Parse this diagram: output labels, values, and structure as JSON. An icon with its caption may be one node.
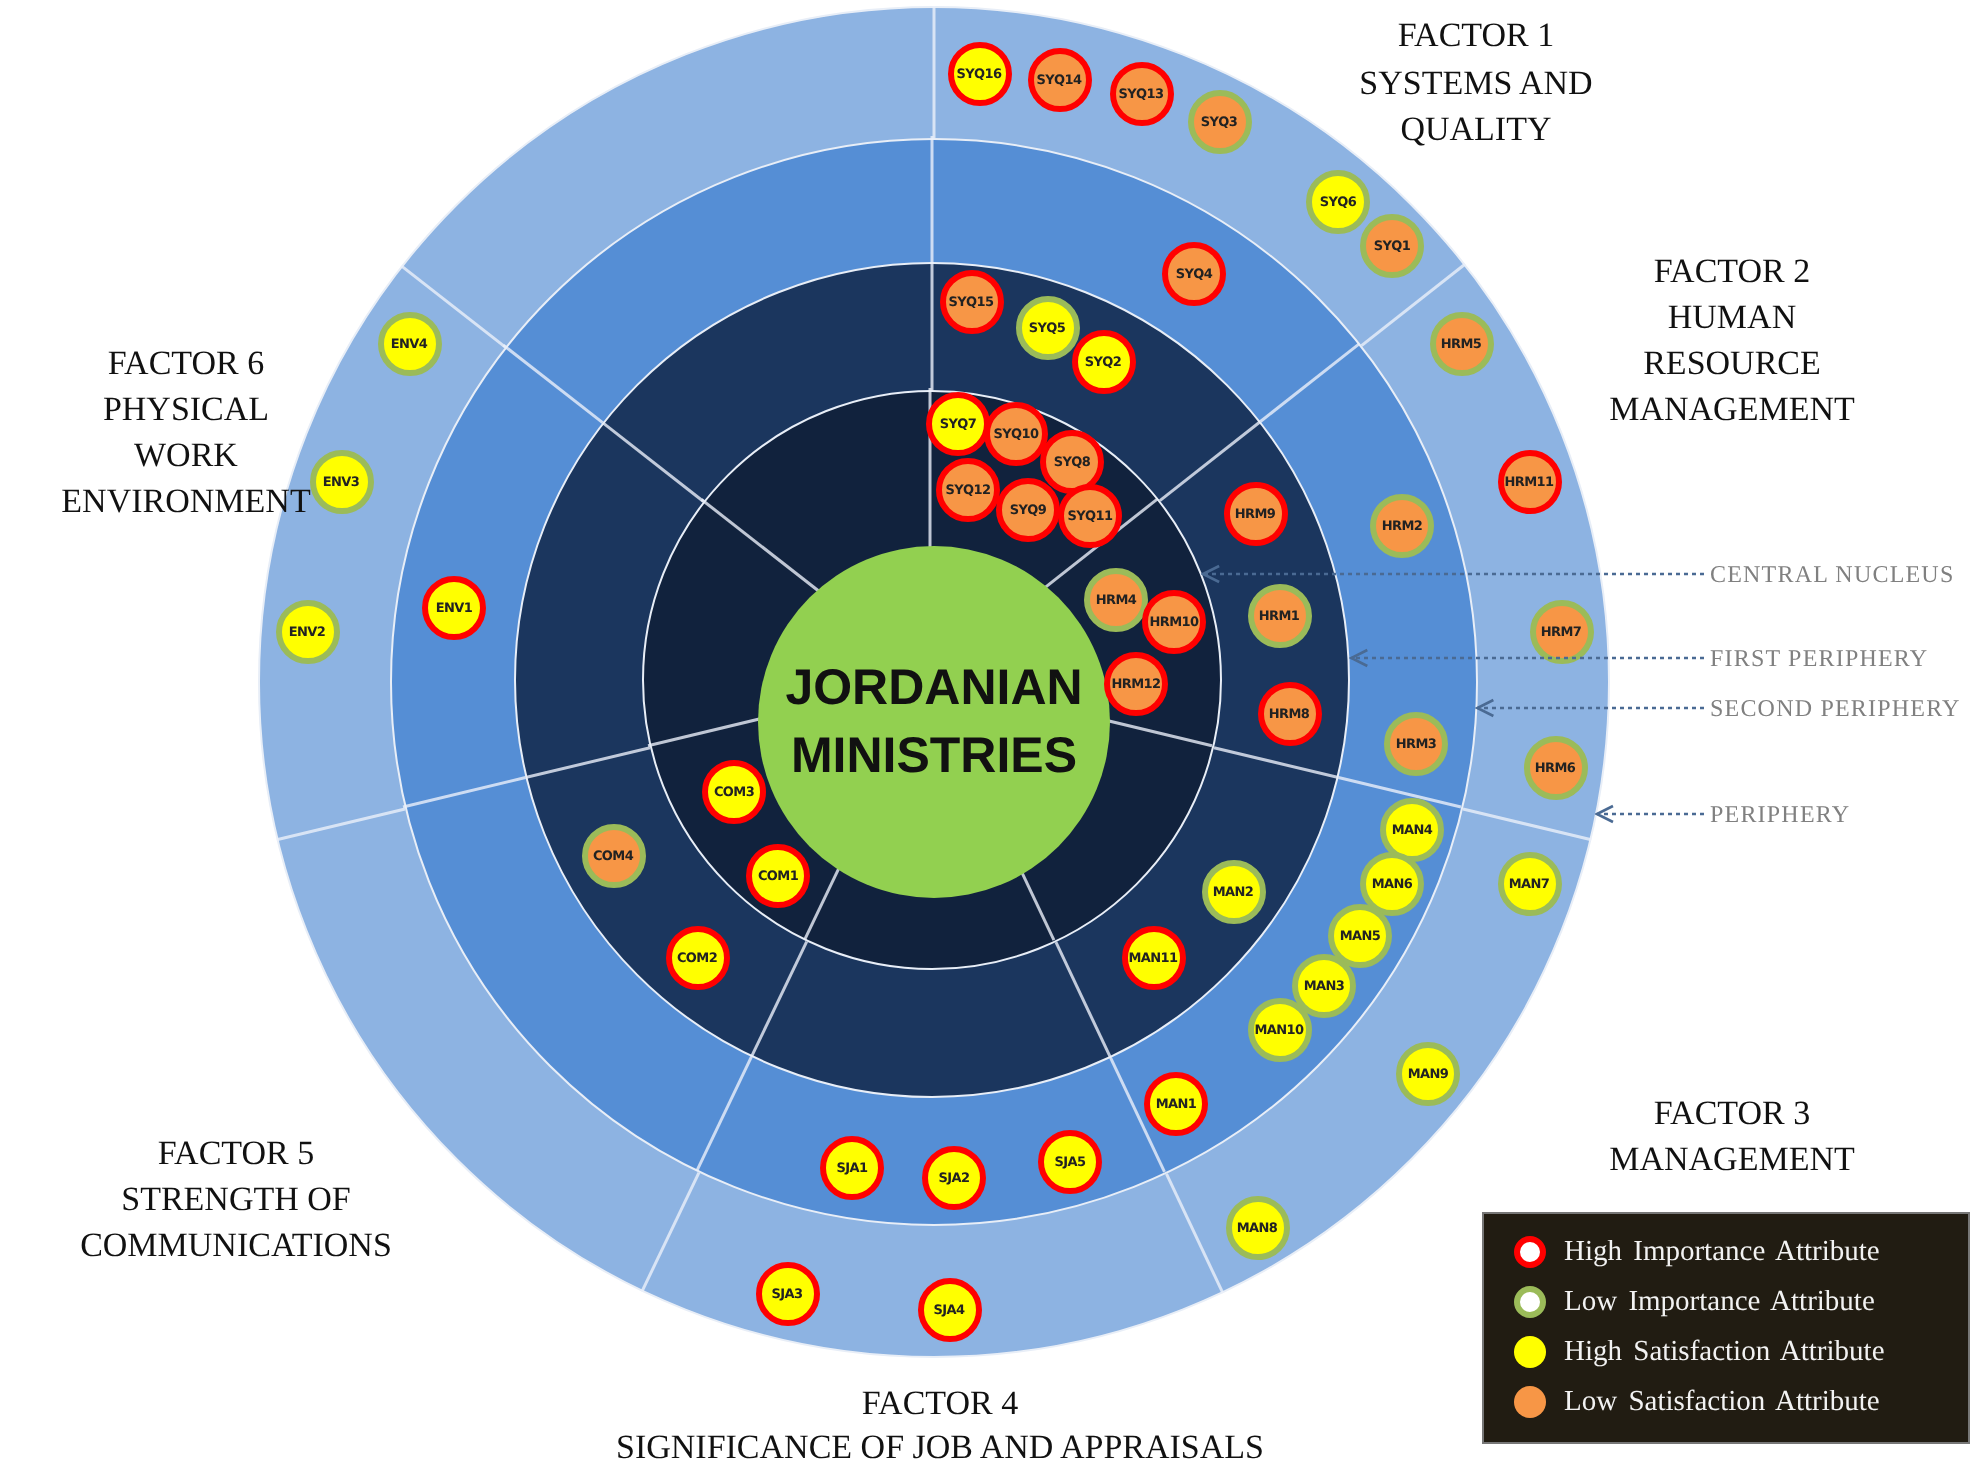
{
  "diagram": {
    "nodes": [
      {
        "text": [],
        "shape": "ring"
      },
      {
        "text": [],
        "shape": "ring",
        "in": 0
      },
      {
        "text": [],
        "shape": "ring",
        "in": 1
      },
      {
        "text": [],
        "shape": "ring",
        "in": 2
      },
      {
        "text": [
          "JORDANIAN MINISTRIES"
        ],
        "in": 3
      },
      {
        "text": [
          "SYQ16"
        ],
        "in": 0
      },
      {
        "text": [
          "SYQ14"
        ],
        "in": 0
      },
      {
        "text": [
          "SYQ13"
        ],
        "in": 0
      },
      {
        "text": [
          "SYQ3"
        ],
        "in": 0
      },
      {
        "text": [
          "SYQ6"
        ],
        "in": 1
      },
      {
        "text": [
          "SYQ1"
        ],
        "in": 1
      },
      {
        "text": [
          "SYQ15"
        ],
        "in": 2
      },
      {
        "text": [
          "SYQ5"
        ],
        "in": 2
      },
      {
        "text": [
          "SYQ2"
        ],
        "in": 2
      },
      {
        "text": [
          "SYQ4"
        ],
        "in": 1
      },
      {
        "text": [
          "SYQ7"
        ],
        "in": 3
      },
      {
        "text": [
          "SYQ10"
        ],
        "in": 3
      },
      {
        "text": [
          "SYQ8"
        ],
        "in": 3
      },
      {
        "text": [
          "SYQ12"
        ],
        "in": 3
      },
      {
        "text": [
          "SYQ9"
        ],
        "in": 3
      },
      {
        "text": [
          "SYQ11"
        ],
        "in": 3
      },
      {
        "text": [
          "HRM5"
        ],
        "in": 0
      },
      {
        "text": [
          "HRM11"
        ],
        "in": 0
      },
      {
        "text": [
          "HRM9"
        ],
        "in": 2
      },
      {
        "text": [
          "HRM2"
        ],
        "in": 1
      },
      {
        "text": [
          "HRM4"
        ],
        "in": 3
      },
      {
        "text": [
          "HRM10"
        ],
        "in": 3
      },
      {
        "text": [
          "HRM1"
        ],
        "in": 2
      },
      {
        "text": [
          "HRM12"
        ],
        "in": 3
      },
      {
        "text": [
          "HRM8"
        ],
        "in": 2
      },
      {
        "text": [
          "HRM3"
        ],
        "in": 1
      },
      {
        "text": [
          "HRM7"
        ],
        "in": 0
      },
      {
        "text": [
          "HRM6"
        ],
        "in": 0
      },
      {
        "text": [
          "MAN4"
        ],
        "in": 1
      },
      {
        "text": [
          "MAN6"
        ],
        "in": 1
      },
      {
        "text": [
          "MAN7"
        ],
        "in": 0
      },
      {
        "text": [
          "MAN5"
        ],
        "in": 1
      },
      {
        "text": [
          "MAN2"
        ],
        "in": 2
      },
      {
        "text": [
          "MAN3"
        ],
        "in": 1
      },
      {
        "text": [
          "MAN11"
        ],
        "in": 2
      },
      {
        "text": [
          "MAN10"
        ],
        "in": 2
      },
      {
        "text": [
          "MAN9"
        ],
        "in": 1
      },
      {
        "text": [
          "MAN1"
        ],
        "in": 1
      },
      {
        "text": [
          "MAN8"
        ],
        "in": 0
      },
      {
        "text": [
          "SJA1"
        ],
        "in": 1
      },
      {
        "text": [
          "SJA2"
        ],
        "in": 1
      },
      {
        "text": [
          "SJA5"
        ],
        "in": 1
      },
      {
        "text": [
          "SJA3"
        ],
        "in": 0
      },
      {
        "text": [
          "SJA4"
        ],
        "in": 0
      },
      {
        "text": [
          "COM3"
        ],
        "in": 3
      },
      {
        "text": [
          "COM1"
        ],
        "in": 3
      },
      {
        "text": [
          "COM4"
        ],
        "in": 2
      },
      {
        "text": [
          "COM2"
        ],
        "in": 2
      },
      {
        "text": [
          "ENV4"
        ],
        "in": 0
      },
      {
        "text": [
          "ENV3"
        ],
        "in": 0
      },
      {
        "text": [
          "ENV1"
        ],
        "in": 1
      },
      {
        "text": [
          "ENV2"
        ],
        "in": 0
      },
      {
        "text": [
          "CENTRAL NUCLEUS"
        ]
      },
      {
        "text": [
          "FIRST PERIPHERY"
        ]
      },
      {
        "text": [
          "SECOND PERIPHERY"
        ]
      },
      {
        "text": [
          "PERIPHERY"
        ]
      }
    ],
    "edges": [
      {
        "from": 57,
        "to": 3,
        "arrow": "to",
        "style": "dashed"
      },
      {
        "from": 58,
        "to": 2,
        "arrow": "to",
        "style": "dashed"
      },
      {
        "from": 59,
        "to": 1,
        "arrow": "to",
        "style": "dashed"
      },
      {
        "from": 60,
        "to": 0,
        "arrow": "to",
        "style": "dashed"
      }
    ],
    "labels": [
      "FACTOR 1",
      "SYSTEMS AND QUALITY",
      "FACTOR 2",
      "HUMAN RESOURCE MANAGEMENT",
      "FACTOR 6",
      "PHYSICAL WORK ENVIRONMENT",
      "FACTOR 3",
      "MANAGEMENT",
      "FACTOR 5",
      "STRENGTH OF COMMUNICATIONS",
      "FACTOR 4",
      "SIGNIFICANCE OF JOB AND APPRAISALS"
    ],
    "legend": [
      {
        "text": "High Importance Attribute"
      },
      {
        "text": "Low Importance Attribute"
      },
      {
        "text": "High Satisfaction Attribute",
        "color": "#ffff00"
      },
      {
        "text": "Low Satisfaction Attribute",
        "color": "#f79646"
      }
    ]
  }
}
